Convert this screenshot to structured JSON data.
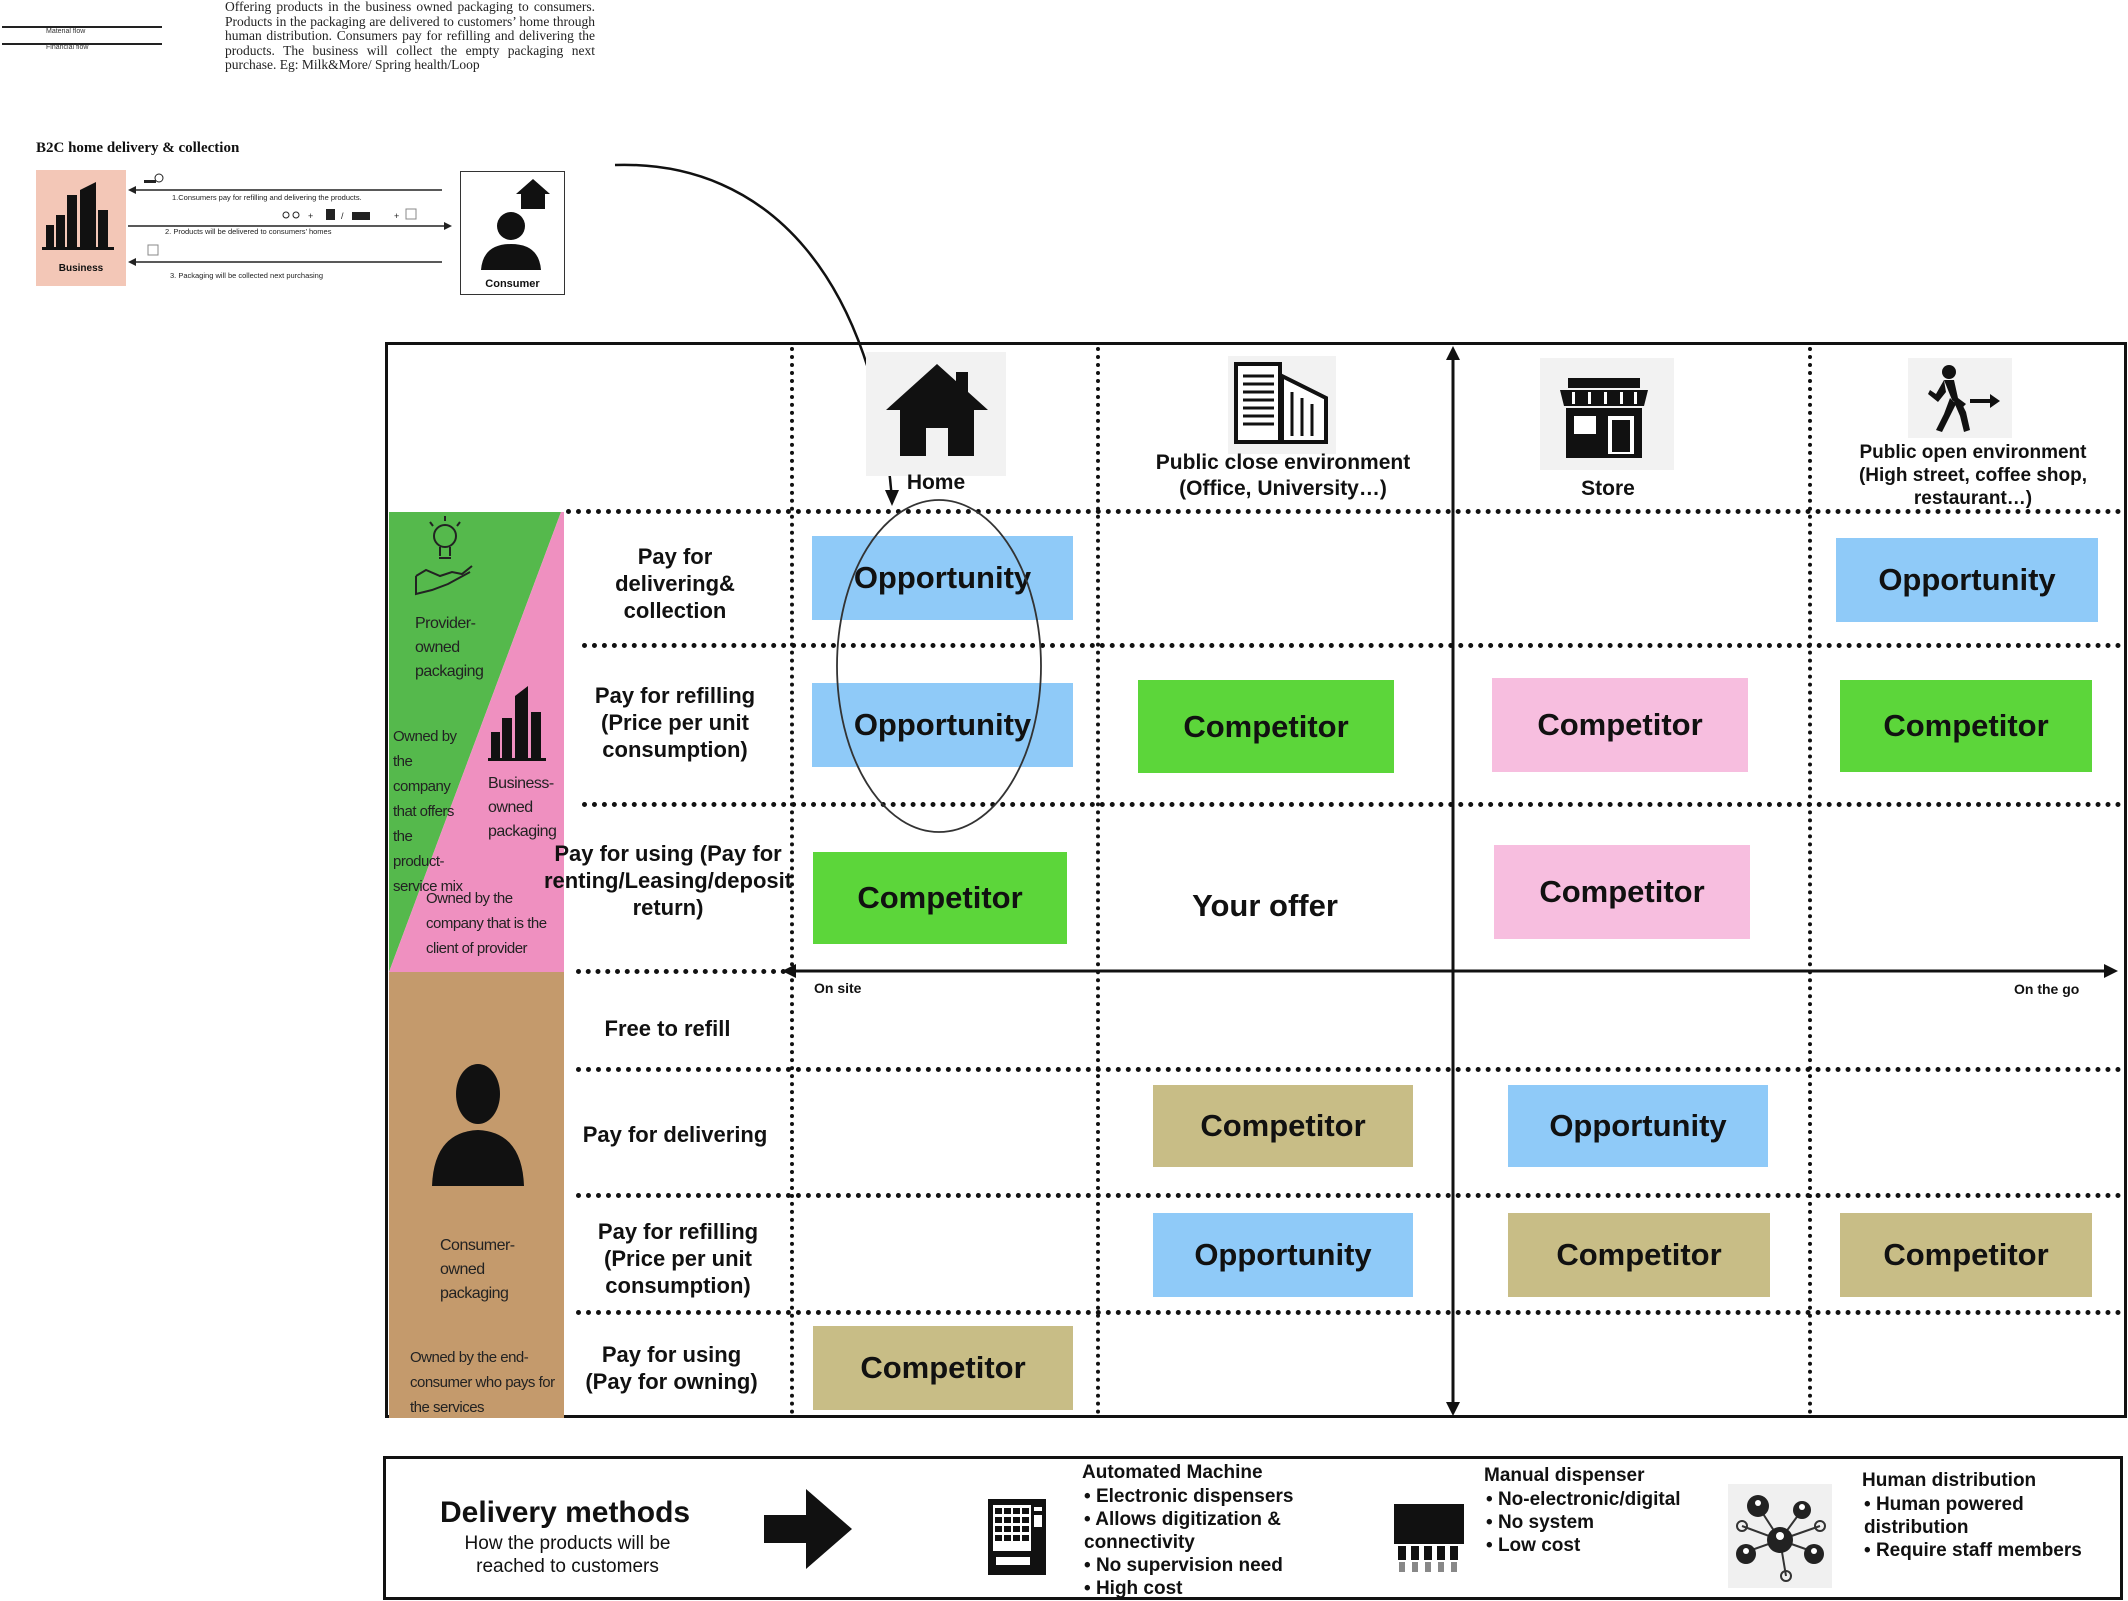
{
  "top_legend": {
    "material_flow": "Material flow",
    "financial_flow": "Financial flow"
  },
  "intro_text": "Offering products in the business owned packaging to consumers. Products in the packaging are delivered to customers’ home through human distribution. Consumers pay for refilling and delivering the products. The business will collect the empty packaging next purchase. Eg: Milk&More/ Spring health/Loop",
  "b2c": {
    "title": "B2C home delivery & collection",
    "business_label": "Business",
    "consumer_label": "Consumer",
    "step1": "1.Consumers pay for refilling and delivering the products.",
    "step2": "2. Products will be delivered to consumers’ homes",
    "step3": "3. Packaging will be collected next purchasing"
  },
  "columns": {
    "home": "Home",
    "public_close": "Public close environment (Office, University…)",
    "store": "Store",
    "public_open": "Public open environment (High street, coffee shop, restaurant…)"
  },
  "side": {
    "provider": "Provider-owned packaging",
    "provider_desc": "Owned by the company that offers the product-service mix",
    "business": "Business-owned packaging",
    "business_desc": "Owned by the company that is the client of provider",
    "consumer": "Consumer-owned packaging",
    "consumer_desc": "Owned by the end-consumer who pays for the services"
  },
  "rows": {
    "r1": "Pay for delivering& collection",
    "r2": "Pay for refilling (Price per unit consumption)",
    "r3": "Pay for using (Pay for renting/Leasing/deposit return)",
    "r4": "Free to refill",
    "r5": "Pay for delivering",
    "r6": "Pay for refilling (Price per unit consumption)",
    "r7": "Pay for using (Pay for owning)"
  },
  "cells": {
    "opportunity": "Opportunity",
    "competitor": "Competitor",
    "your_offer": "Your offer"
  },
  "axis": {
    "on_site": "On site",
    "on_the_go": "On the go"
  },
  "delivery": {
    "title": "Delivery methods",
    "subtitle": "How the products will be reached to customers",
    "automated": {
      "title": "Automated Machine",
      "items": [
        "Electronic dispensers",
        "Allows digitization & connectivity",
        "No supervision need",
        "High cost"
      ]
    },
    "manual": {
      "title": "Manual dispenser",
      "items": [
        "No-electronic/digital",
        "No system",
        "Low cost"
      ]
    },
    "human": {
      "title": "Human distribution",
      "items": [
        "Human powered distribution",
        "Require staff members"
      ]
    }
  },
  "colors": {
    "opportunity": "#8fcaf8",
    "competitor_green": "#5cd63a",
    "competitor_pink": "#f7bedf",
    "competitor_khaki": "#c8bd86",
    "provider_green": "#55b94c",
    "business_pink": "#ef90c0",
    "consumer_brown": "#c49a6c",
    "business_box": "#f3c7b7"
  }
}
